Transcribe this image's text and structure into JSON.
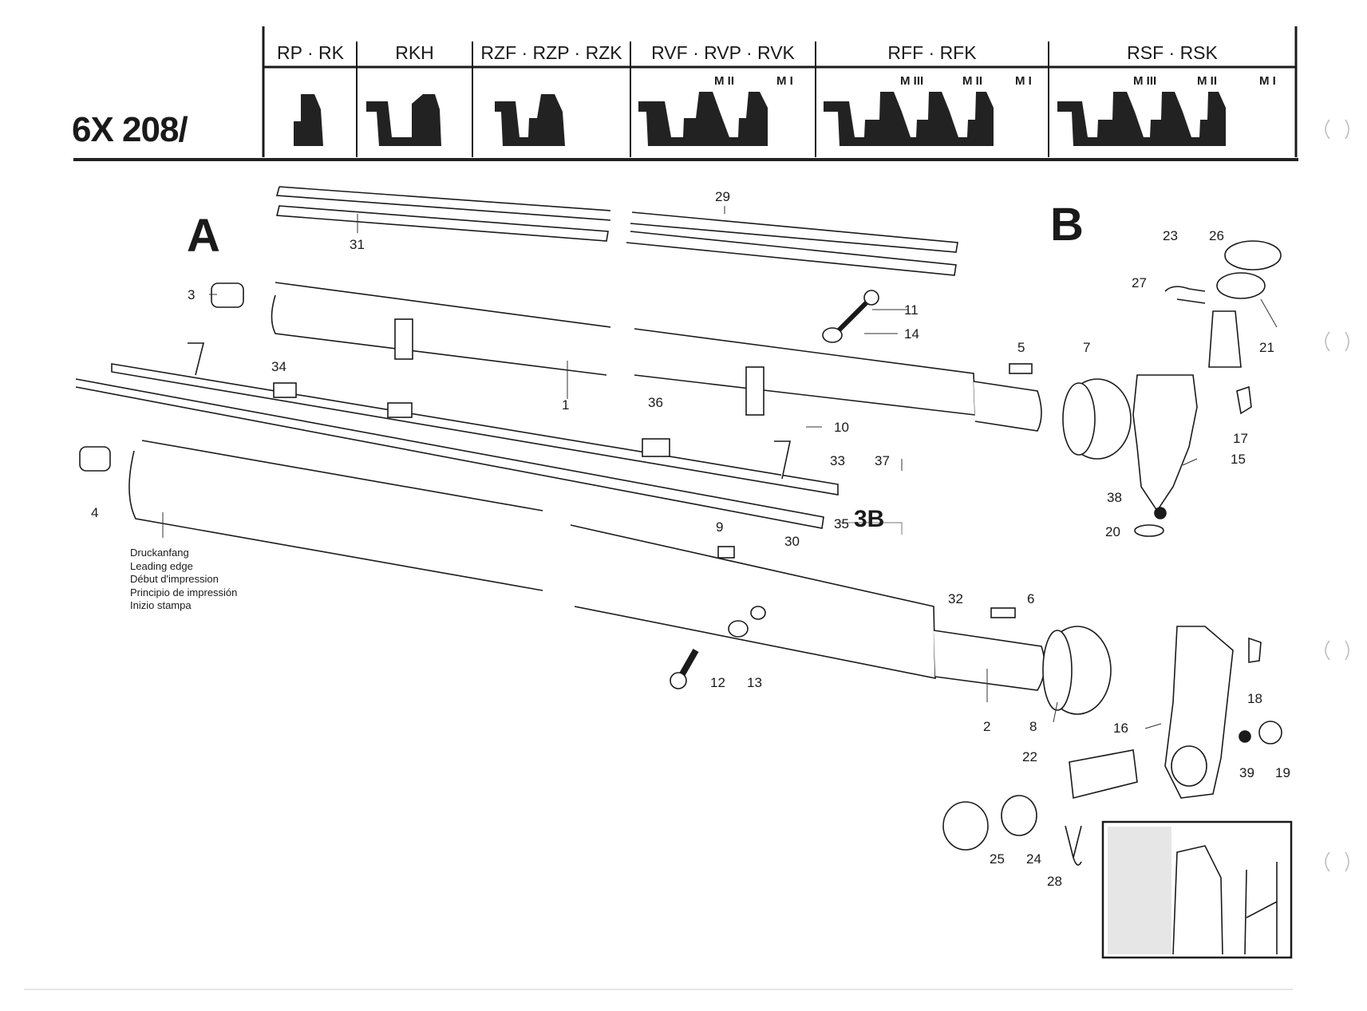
{
  "header": {
    "title": "6X 208/",
    "groups": [
      {
        "label": "RP · RK",
        "markers": []
      },
      {
        "label": "RKH",
        "markers": []
      },
      {
        "label": "RZF · RZP · RZK",
        "markers": []
      },
      {
        "label": "RVF · RVP · RVK",
        "markers": [
          "M II",
          "M I"
        ]
      },
      {
        "label": "RFF · RFK",
        "markers": [
          "M III",
          "M II",
          "M I"
        ]
      },
      {
        "label": "RSF · RSK",
        "markers": [
          "M III",
          "M II",
          "M I"
        ]
      }
    ]
  },
  "sections": {
    "a": "A",
    "b": "B",
    "sub": "3B"
  },
  "leading_edge_note": [
    "Druckanfang",
    "Leading edge",
    "Début d'impression",
    "Principio de impressión",
    "Inizio stampa"
  ],
  "callouts": {
    "c1": "1",
    "c2": "2",
    "c3": "3",
    "c4": "4",
    "c5": "5",
    "c6": "6",
    "c7": "7",
    "c8": "8",
    "c9": "9",
    "c10": "10",
    "c11": "11",
    "c12": "12",
    "c13": "13",
    "c14": "14",
    "c15": "15",
    "c16": "16",
    "c17": "17",
    "c18": "18",
    "c19": "19",
    "c20": "20",
    "c21": "21",
    "c22": "22",
    "c23": "23",
    "c24": "24",
    "c25": "25",
    "c26": "26",
    "c27": "27",
    "c28": "28",
    "c29": "29",
    "c30": "30",
    "c31": "31",
    "c32": "32",
    "c33": "33",
    "c34": "34",
    "c35": "35",
    "c36": "36",
    "c37": "37",
    "c38": "38",
    "c39": "39"
  },
  "colors": {
    "ink": "#1a1a1a",
    "paper": "#ffffff",
    "fill": "#222222"
  }
}
